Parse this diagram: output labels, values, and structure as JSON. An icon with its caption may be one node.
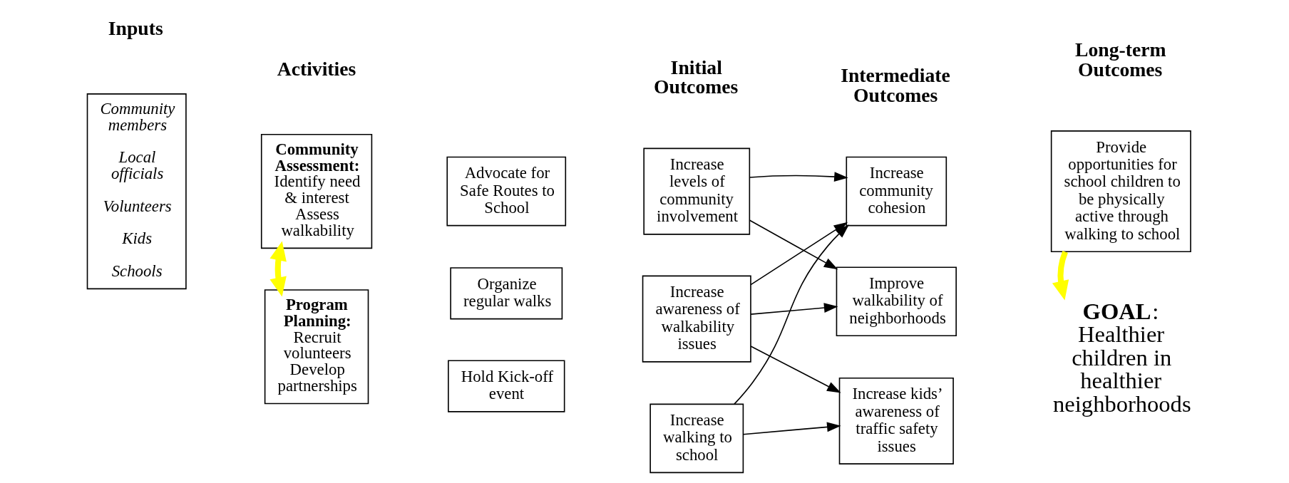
{
  "diagram": {
    "nodes": [
      {
        "text": [
          "Community members",
          "Local officials",
          "Volunteers",
          "Kids",
          "Schools"
        ]
      },
      {
        "text": [
          "Community Assessment:",
          "Identify need & interest",
          "Assess walkability"
        ]
      },
      {
        "text": [
          "Program Planning:",
          "Recruit volunteers",
          "Develop partnerships"
        ]
      },
      {
        "text": [
          "Advocate for Safe Routes to School"
        ]
      },
      {
        "text": [
          "Organize regular walks"
        ]
      },
      {
        "text": [
          "Hold Kick-off event"
        ]
      },
      {
        "text": [
          "Increase levels of community involvement"
        ]
      },
      {
        "text": [
          "Increase awareness of walkability issues"
        ]
      },
      {
        "text": [
          "Increase walking to school"
        ]
      },
      {
        "text": [
          "Increase community cohesion"
        ]
      },
      {
        "text": [
          "Improve walkability of neighborhoods"
        ]
      },
      {
        "text": [
          "Increase kids’ awareness of traffic safety issues"
        ]
      },
      {
        "text": [
          "Provide opportunities for school children to be physically active through walking to school"
        ]
      },
      {
        "text": [
          "**GOAL**: Healthier children in healthier neighborhoods"
        ]
      }
    ],
    "edges": [
      {
        "from": 1,
        "to": 2,
        "arrow": "both",
        "style": "thick",
        "color": "#ffff00"
      },
      {
        "from": 6,
        "to": 9,
        "arrow": "to"
      },
      {
        "from": 6,
        "to": 10,
        "arrow": "to"
      },
      {
        "from": 7,
        "to": 9,
        "arrow": "to"
      },
      {
        "from": 7,
        "to": 10,
        "arrow": "to"
      },
      {
        "from": 7,
        "to": 11,
        "arrow": "to"
      },
      {
        "from": 8,
        "to": 9,
        "arrow": "to"
      },
      {
        "from": 8,
        "to": 11,
        "arrow": "to"
      },
      {
        "from": 12,
        "to": 13,
        "arrow": "to",
        "style": "thick",
        "color": "#ffff00"
      }
    ],
    "labels": [
      "Inputs",
      "Activities",
      "Initial Outcomes",
      "Intermediate Outcomes",
      "Long-term Outcomes"
    ]
  }
}
